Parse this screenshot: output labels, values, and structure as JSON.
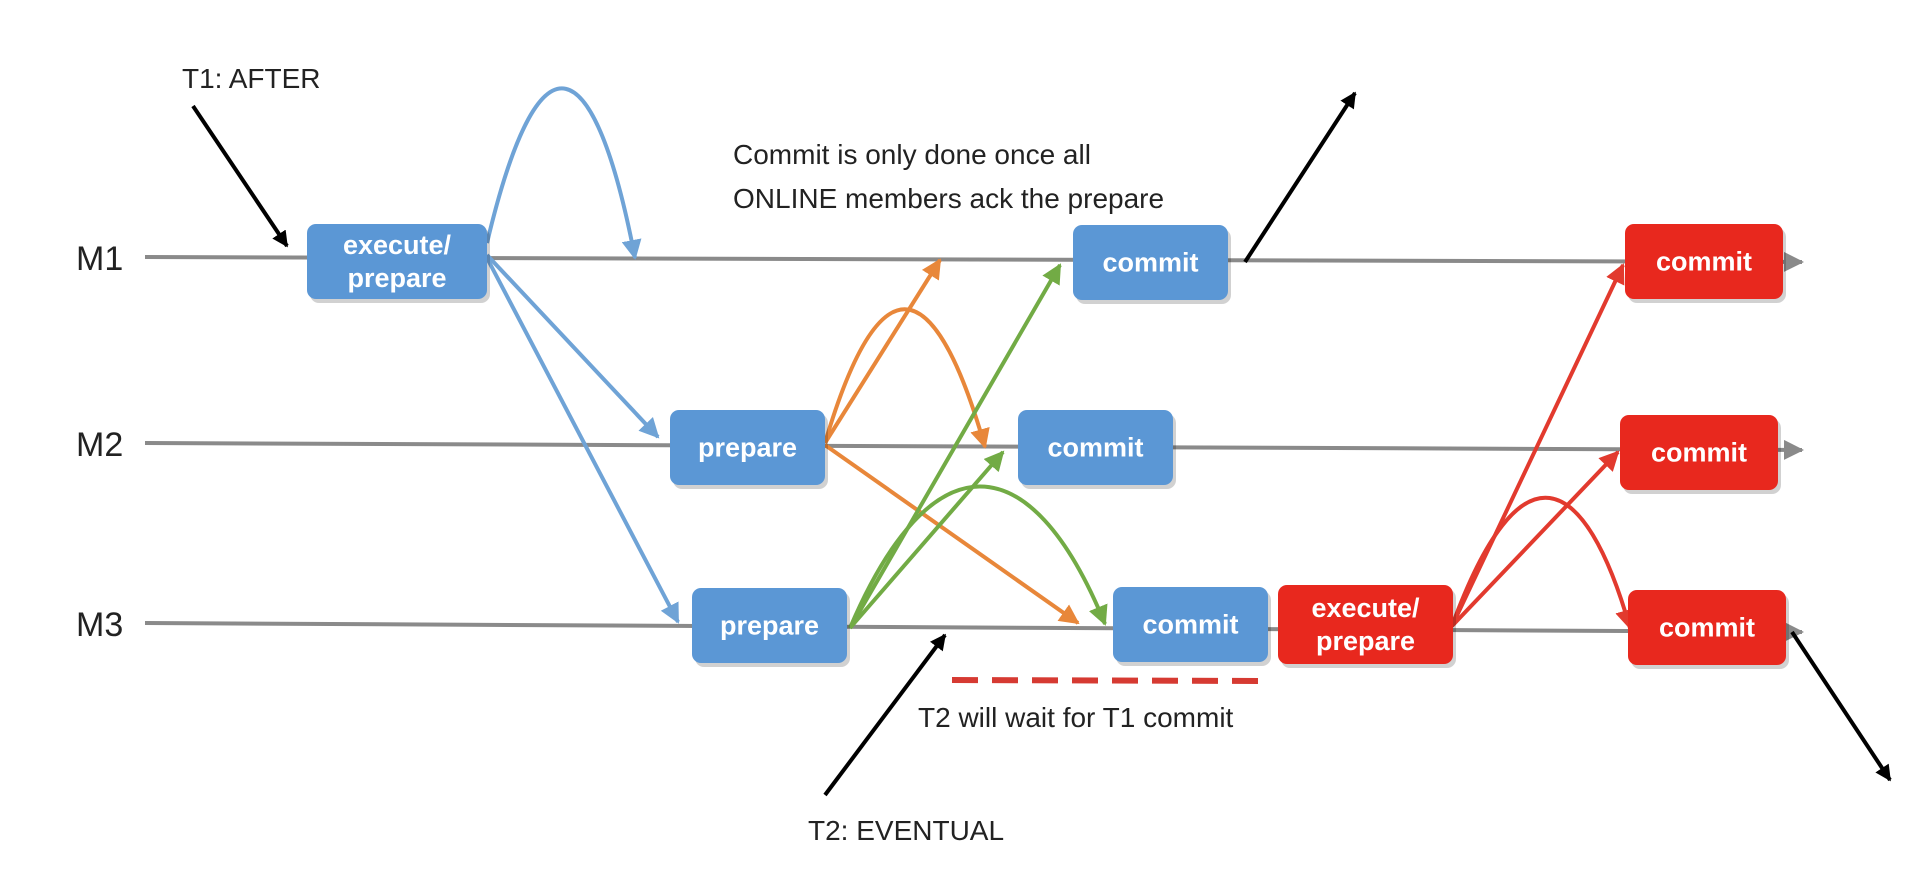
{
  "lanes": [
    {
      "id": "m1",
      "label": "M1"
    },
    {
      "id": "m2",
      "label": "M2"
    },
    {
      "id": "m3",
      "label": "M3"
    }
  ],
  "nodes": [
    {
      "id": "m1-execute-prepare",
      "lines": [
        "execute/",
        "prepare"
      ],
      "color": "blue"
    },
    {
      "id": "m2-prepare",
      "lines": [
        "prepare"
      ],
      "color": "blue"
    },
    {
      "id": "m3-prepare",
      "lines": [
        "prepare"
      ],
      "color": "blue"
    },
    {
      "id": "m1-commit",
      "lines": [
        "commit"
      ],
      "color": "blue"
    },
    {
      "id": "m2-commit",
      "lines": [
        "commit"
      ],
      "color": "blue"
    },
    {
      "id": "m3-commit",
      "lines": [
        "commit"
      ],
      "color": "blue"
    },
    {
      "id": "m3-execute-prepare-t2",
      "lines": [
        "execute/",
        "prepare"
      ],
      "color": "red"
    },
    {
      "id": "m1-commit-t2",
      "lines": [
        "commit"
      ],
      "color": "red"
    },
    {
      "id": "m2-commit-t2",
      "lines": [
        "commit"
      ],
      "color": "red"
    },
    {
      "id": "m3-commit-t2",
      "lines": [
        "commit"
      ],
      "color": "red"
    }
  ],
  "annotations": {
    "t1_label": "T1: AFTER",
    "t2_label": "T2: EVENTUAL",
    "commit_note_line1": "Commit is only done once all",
    "commit_note_line2": "ONLINE members ack the prepare",
    "wait_note": "T2 will wait for T1 commit"
  },
  "colors": {
    "blue_box": "#5b97d5",
    "red_box": "#e8281e",
    "blue_arrow": "#6fa3d6",
    "orange_arrow": "#e8873a",
    "green_arrow": "#72ab45",
    "red_arrow": "#e23a2e",
    "lane_line": "#8a8a8a",
    "wait_dash": "#d63a32",
    "black_arrow": "#000000"
  }
}
